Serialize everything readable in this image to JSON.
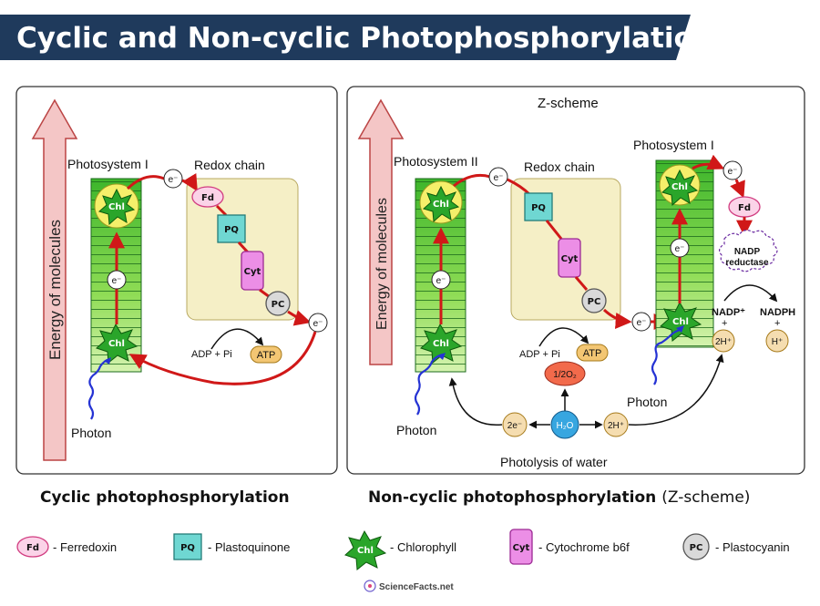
{
  "title": "Cyclic and Non-cyclic Photophosphorylation",
  "colors": {
    "title_bar": "#1f3a5c",
    "red_arrow": "#d01818",
    "chlorophyll_green": "#2aa52a",
    "psI_top": "#4bbf2f",
    "redox_box": "#f5efc6",
    "pq_fill": "#6fd7d2",
    "cyt_fill": "#ec8ee6",
    "fd_fill": "#fbd3e8",
    "pc_fill": "#d9d9d9",
    "atp_fill": "#f3c673",
    "water_fill": "#37a6e0",
    "o2_fill": "#f26a4b",
    "photon_blue": "#2533d4",
    "energy_arrow": "#f4c6c6"
  },
  "cyclic": {
    "energy_label": "Energy of molecules",
    "photosystem": "Photosystem I",
    "redox_chain": "Redox chain",
    "chl": "Chl",
    "electron": "e⁻",
    "fd": "Fd",
    "pq": "PQ",
    "cyt": "Cyt",
    "pc": "PC",
    "adp": "ADP + Pi",
    "atp": "ATP",
    "photon": "Photon",
    "caption": "Cyclic photophosphorylation"
  },
  "noncyclic": {
    "heading": "Z-scheme",
    "energy_label": "Energy of molecules",
    "photosystem2": "Photosystem II",
    "photosystem1": "Photosystem I",
    "redox_chain": "Redox chain",
    "chl": "Chl",
    "electron": "e⁻",
    "fd": "Fd",
    "pq": "PQ",
    "cyt": "Cyt",
    "pc": "PC",
    "adp": "ADP + Pi",
    "atp": "ATP",
    "nadp_reductase_line1": "NADP",
    "nadp_reductase_line2": "reductase",
    "nadp_plus": "NADP⁺",
    "nadph": "NADPH",
    "plus": "+",
    "two_h_plus": "2H⁺",
    "h_plus": "H⁺",
    "half_o2": "1/2O₂",
    "water": "H₂O",
    "two_e": "2e⁻",
    "photon_left": "Photon",
    "photon_right": "Photon",
    "photolysis": "Photolysis of water",
    "caption_bold": "Non-cyclic photophosphorylation",
    "caption_normal": "(Z-scheme)"
  },
  "legend": [
    {
      "symbol": "Fd",
      "text": "- Ferredoxin"
    },
    {
      "symbol": "PQ",
      "text": "- Plastoquinone"
    },
    {
      "symbol": "Chl",
      "text": "- Chlorophyll"
    },
    {
      "symbol": "Cyt",
      "text": "- Cytochrome b6f"
    },
    {
      "symbol": "PC",
      "text": "- Plastocyanin"
    }
  ],
  "logo_text": "ScienceFacts.net"
}
